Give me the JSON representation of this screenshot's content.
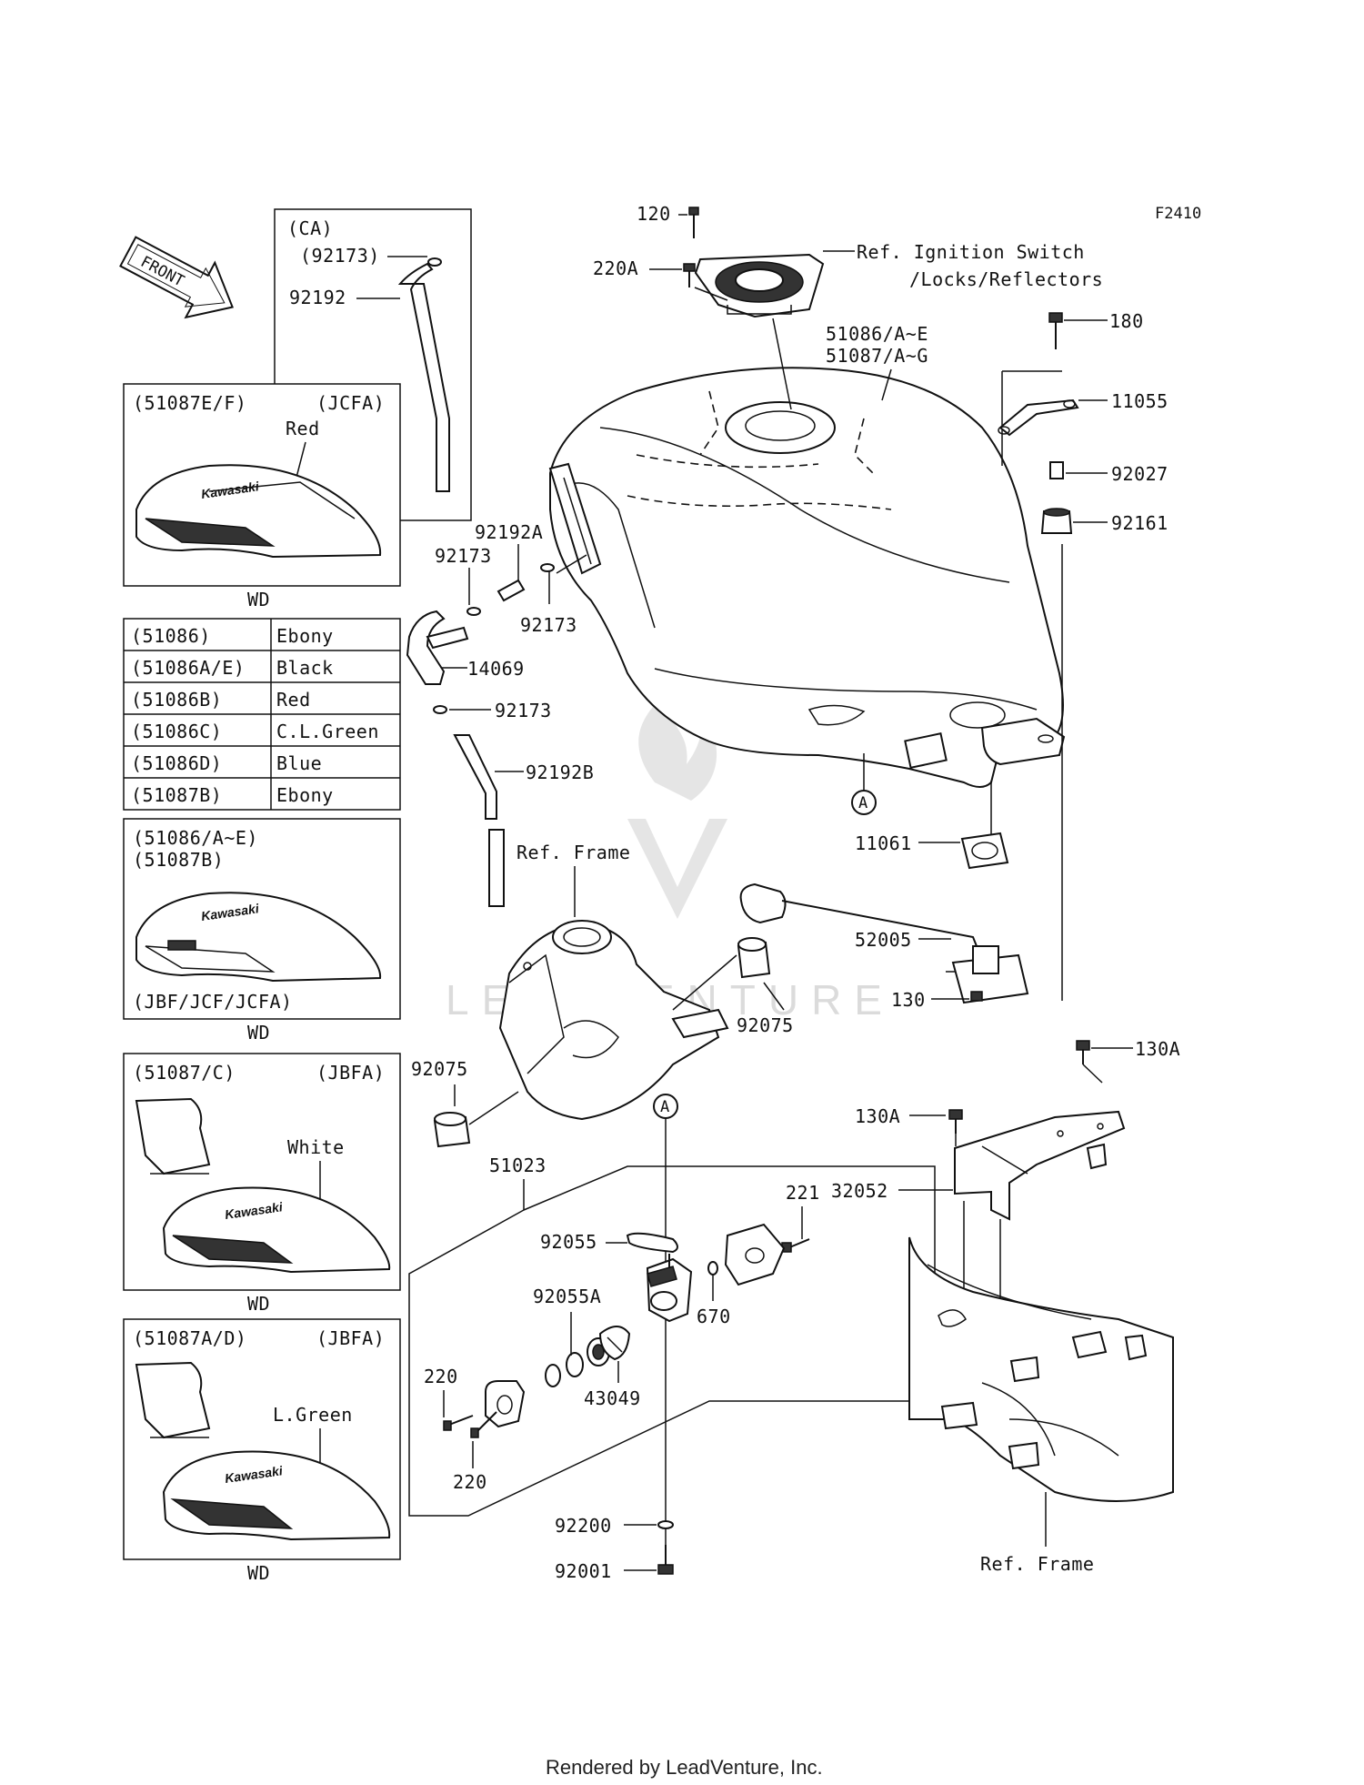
{
  "diagram_id": "F2410",
  "front_arrow": {
    "label": "FRONT"
  },
  "watermark": {
    "text": "LEADVENTURE"
  },
  "footer": "Rendered by LeadVenture, Inc.",
  "refs": {
    "ignition_line1": "Ref. Ignition Switch",
    "ignition_line2": "/Locks/Reflectors",
    "frame_top": "Ref. Frame",
    "frame_bottom": "Ref. Frame"
  },
  "circle_label": "A",
  "parts": {
    "p120": "120",
    "p220A": "220A",
    "p180": "180",
    "p11055": "11055",
    "p92027": "92027",
    "p92161": "92161",
    "tank1": "51086/A~E",
    "tank2": "51087/A~G",
    "p92192A": "92192A",
    "p92173a": "92173",
    "p92173b": "92173",
    "p14069": "14069",
    "p92173c": "92173",
    "p92192B": "92192B",
    "p11061": "11061",
    "p52005": "52005",
    "p130": "130",
    "p92075a": "92075",
    "p92075b": "92075",
    "p130Aa": "130A",
    "p130Ab": "130A",
    "p32052": "32052",
    "p51023": "51023",
    "p221": "221",
    "p92055": "92055",
    "p92055A": "92055A",
    "p670": "670",
    "p43049": "43049",
    "p220a": "220",
    "p220b": "220",
    "p92200": "92200",
    "p92001": "92001"
  },
  "ca_box": {
    "title": "(CA)",
    "p92173": "(92173)",
    "p92192": "92192"
  },
  "variant_jcfa": {
    "code": "(51087E/F)",
    "model": "(JCFA)",
    "color": "Red",
    "brand": "Kawasaki",
    "note": "WD"
  },
  "color_table": [
    {
      "code": "(51086)",
      "color": "Ebony"
    },
    {
      "code": "(51086A/E)",
      "color": "Black"
    },
    {
      "code": "(51086B)",
      "color": "Red"
    },
    {
      "code": "(51086C)",
      "color": "C.L.Green"
    },
    {
      "code": "(51086D)",
      "color": "Blue"
    },
    {
      "code": "(51087B)",
      "color": "Ebony"
    }
  ],
  "variant_jbf": {
    "code1": "(51086/A~E)",
    "code2": "(51087B)",
    "brand": "Kawasaki",
    "models": "(JBF/JCF/JCFA)",
    "note": "WD"
  },
  "variant_white": {
    "code": "(51087/C)",
    "model": "(JBFA)",
    "color": "White",
    "brand": "Kawasaki",
    "note": "WD"
  },
  "variant_green": {
    "code": "(51087A/D)",
    "model": "(JBFA)",
    "color": "L.Green",
    "brand": "Kawasaki",
    "note": "WD"
  }
}
